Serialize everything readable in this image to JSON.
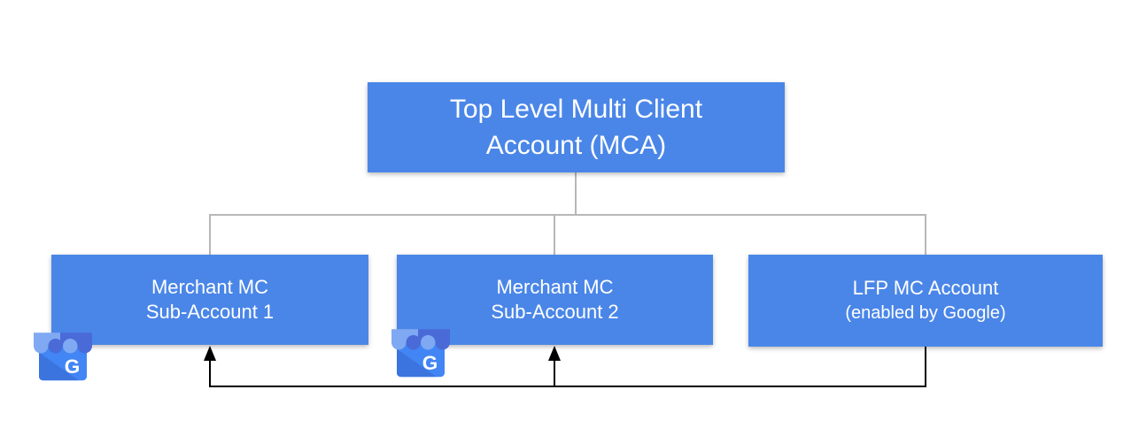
{
  "nodes": {
    "root": {
      "line1": "Top Level Multi Client",
      "line2": "Account (MCA)"
    },
    "sub1": {
      "line1": "Merchant MC",
      "line2": "Sub-Account 1"
    },
    "sub2": {
      "line1": "Merchant MC",
      "line2": "Sub-Account 2"
    },
    "lfp": {
      "line1": "LFP MC Account",
      "line2": "(enabled by Google)"
    }
  },
  "icons": {
    "business_profile": {
      "letter": "G"
    }
  },
  "edges": {
    "hierarchy": [
      "root-sub1",
      "root-sub2",
      "root-lfp"
    ],
    "flow_arrows": [
      "lfp-sub1",
      "lfp-sub2"
    ]
  },
  "colors": {
    "background": "#ffffff",
    "box_fill": "#4a86e8",
    "box_text": "#ffffff",
    "tree_line": "#b7b7b7",
    "arrow_line": "#000000",
    "icon_body": "#4285f4",
    "icon_body_shade": "#3b74de",
    "icon_stripe_light": "#7fa9f2",
    "icon_stripe_dark": "#4a6ad8",
    "icon_letter": "#ffffff"
  }
}
